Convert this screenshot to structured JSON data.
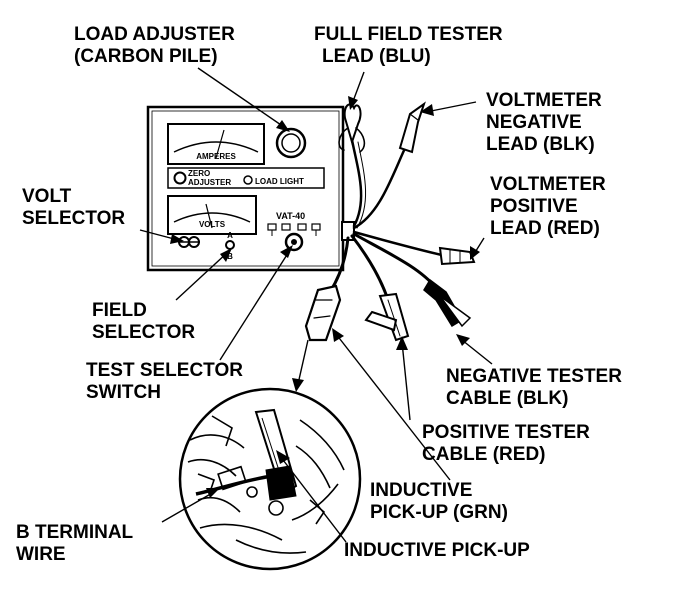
{
  "labels": {
    "load_adjuster": [
      "LOAD ADJUSTER",
      "(CARBON PILE)"
    ],
    "full_field_lead": [
      "FULL FIELD TESTER",
      "LEAD (BLU)"
    ],
    "voltmeter_negative": [
      "VOLTMETER",
      "NEGATIVE",
      "LEAD (BLK)"
    ],
    "voltmeter_positive": [
      "VOLTMETER",
      "POSITIVE",
      "LEAD (RED)"
    ],
    "volt_selector": [
      "VOLT",
      "SELECTOR"
    ],
    "field_selector": [
      "FIELD",
      "SELECTOR"
    ],
    "test_selector": [
      "TEST SELECTOR",
      "SWITCH"
    ],
    "negative_cable": [
      "NEGATIVE TESTER",
      "CABLE (BLK)"
    ],
    "positive_cable": [
      "POSITIVE TESTER",
      "CABLE (RED)"
    ],
    "inductive_grn": [
      "INDUCTIVE",
      "PICK-UP (GRN)"
    ],
    "b_terminal": [
      "B TERMINAL",
      "WIRE"
    ],
    "inductive_pickup": [
      "INDUCTIVE PICK-UP"
    ]
  },
  "tester": {
    "amperes_label": "AMPERES",
    "volts_label": "VOLTS",
    "zero_adjuster": [
      "ZERO",
      "ADJUSTER"
    ],
    "load_light": "LOAD LIGHT",
    "model": "VAT-40",
    "field_positions": [
      "A",
      "B"
    ]
  }
}
